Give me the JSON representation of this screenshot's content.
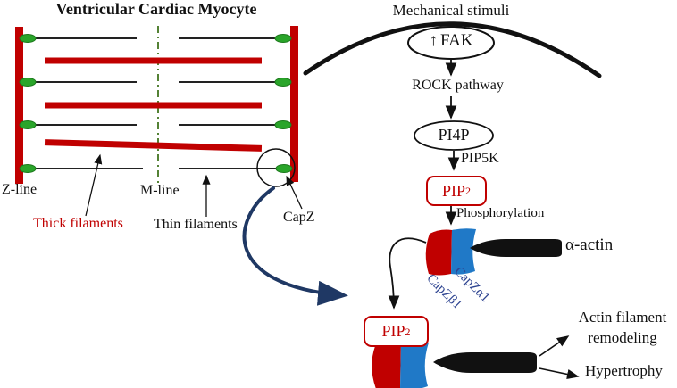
{
  "figure": {
    "myocyte": {
      "title": "Ventricular Cardiac Myocyte",
      "z_line": "Z-line",
      "m_line": "M-line",
      "thick_filaments": "Thick filaments",
      "thin_filaments": "Thin filaments",
      "capz": "CapZ"
    },
    "pathway": {
      "stimuli": "Mechanical stimuli",
      "fak_arrow": "↑",
      "fak": "FAK",
      "rock": "ROCK pathway",
      "pi4p": "PI4P",
      "pip5k": "PIP5K",
      "pip2_base": "PIP",
      "pip2_sub": "2",
      "phosphorylation": "Phosphorylation",
      "alpha_actin": "α-actin",
      "capz_alpha1": "CapZα1",
      "capz_beta1": "CapZβ1",
      "outcome_remodeling_line1": "Actin filament",
      "outcome_remodeling_line2": "remodeling",
      "outcome_hypertrophy": "Hypertrophy"
    },
    "colors": {
      "red": "#c00000",
      "blue": "#2079c7",
      "green_cap": "#2aa52a",
      "m_line_green": "#548235",
      "navy": "#1f3864",
      "black": "#111111"
    }
  }
}
